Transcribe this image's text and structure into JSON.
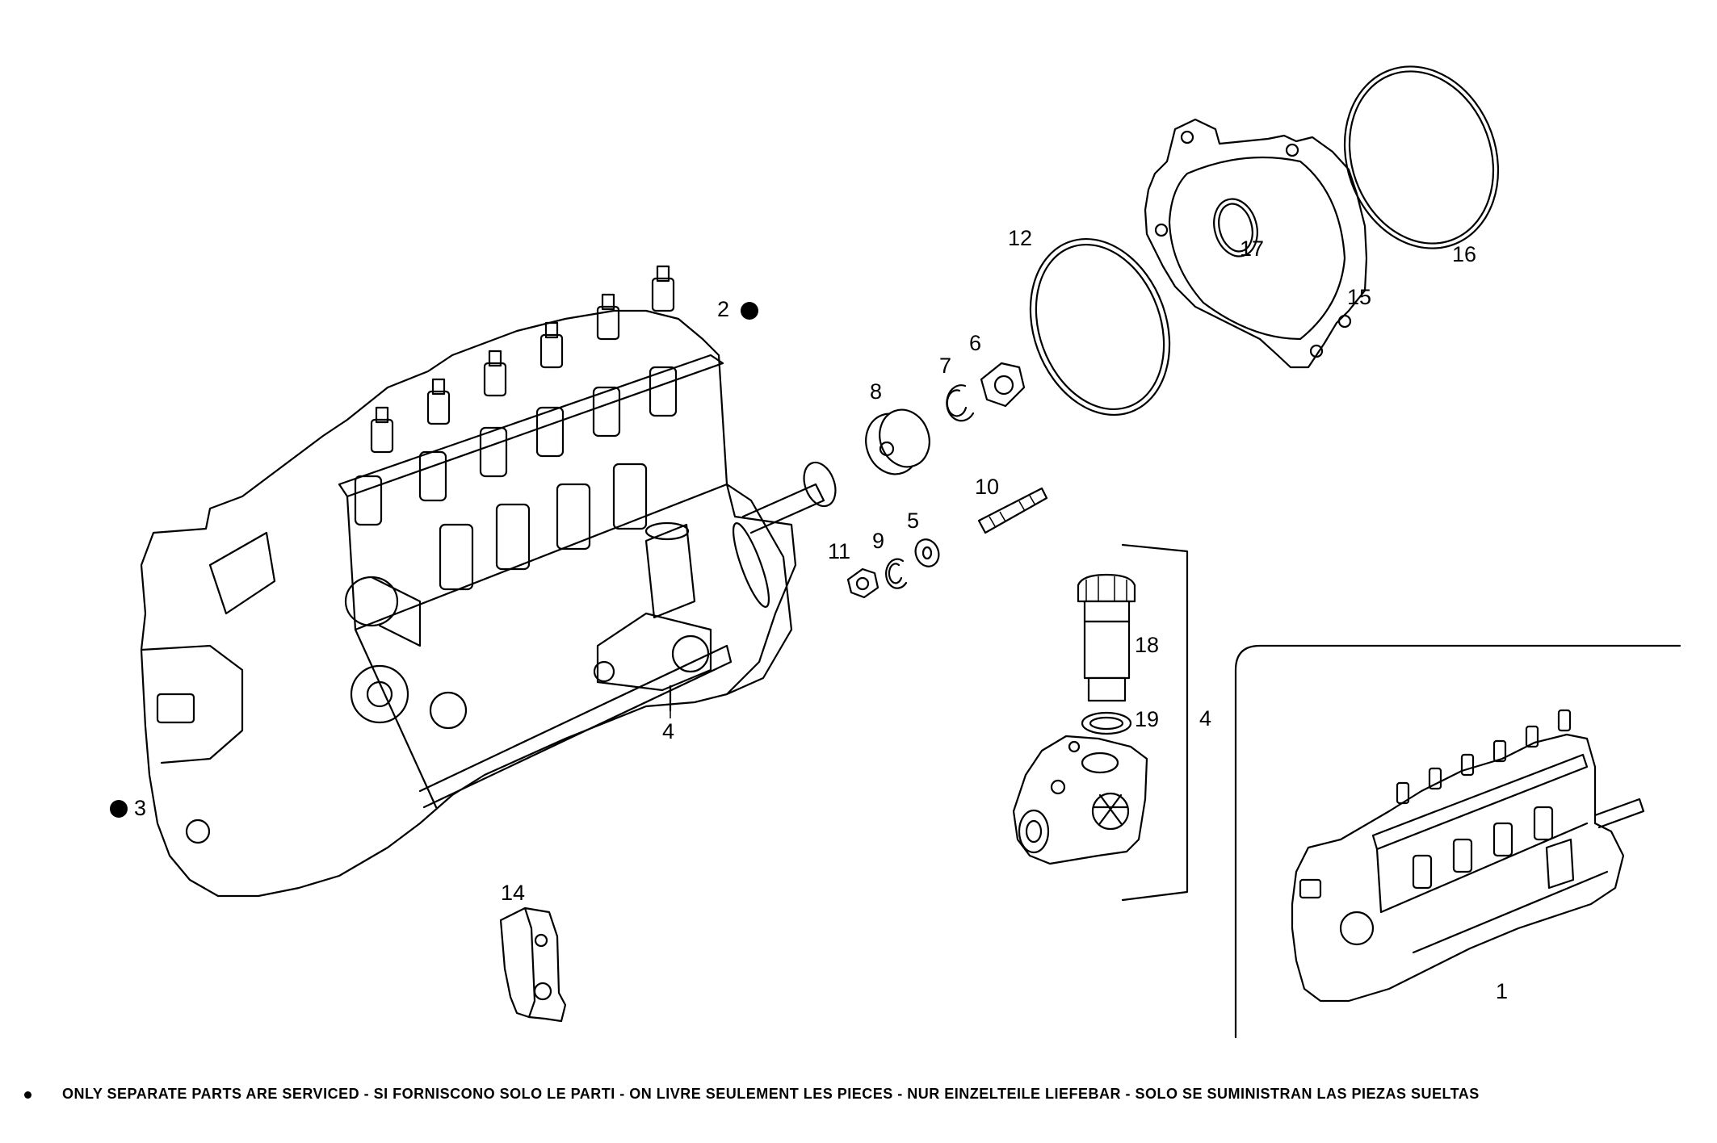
{
  "labels": {
    "l1": "1",
    "l2": "2",
    "l3": "3",
    "l4a": "4",
    "l4b": "4",
    "l5": "5",
    "l6": "6",
    "l7": "7",
    "l8": "8",
    "l9": "9",
    "l10": "10",
    "l11": "11",
    "l12": "12",
    "l14": "14",
    "l15": "15",
    "l16": "16",
    "l17": "17",
    "l18": "18",
    "l19": "19"
  },
  "footer": {
    "note": "ONLY SEPARATE PARTS ARE SERVICED - SI FORNISCONO SOLO LE PARTI - ON LIVRE SEULEMENT LES PIECES - NUR EINZELTEILE LIEFEBAR - SOLO SE SUMINISTRAN LAS PIEZAS SUELTAS"
  },
  "marker_meaning": "serviced-only-as-separate-parts"
}
